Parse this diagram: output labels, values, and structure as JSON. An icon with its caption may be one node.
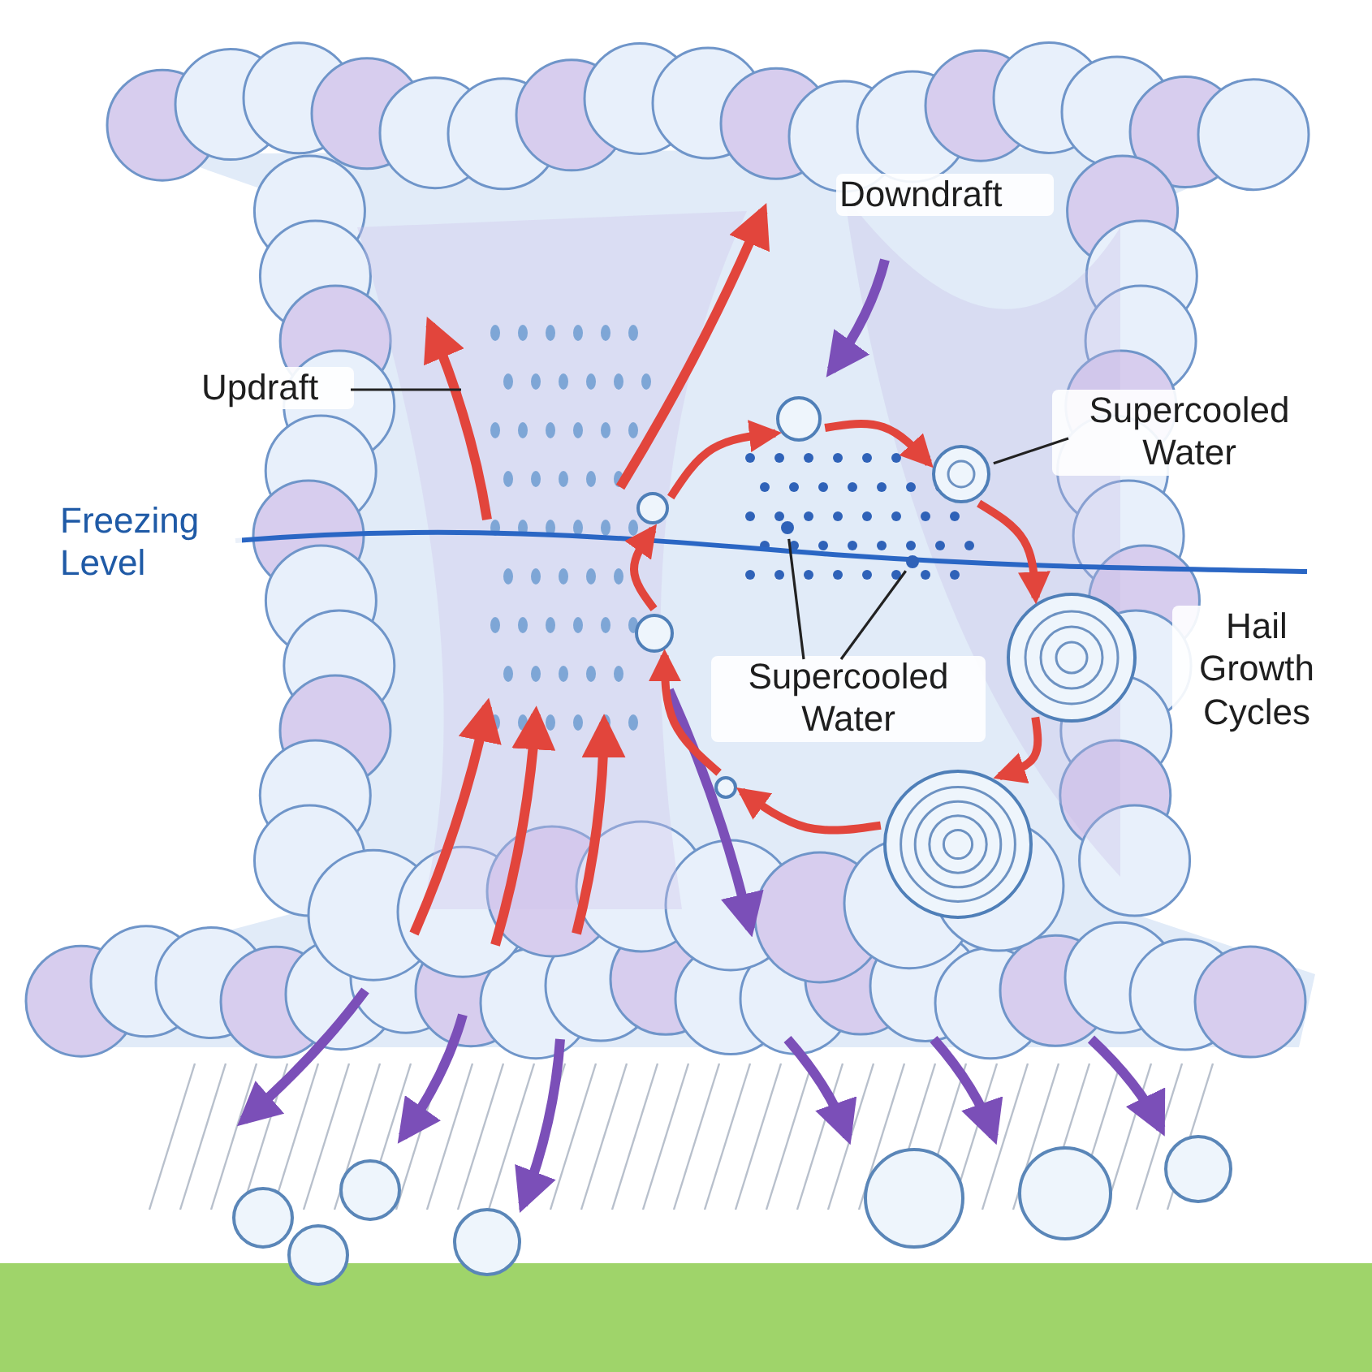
{
  "diagram": {
    "nodes": [
      {
        "text": [
          "Updraft"
        ]
      },
      {
        "text": [
          "Supercooled Water"
        ]
      },
      {
        "text": [
          "Supercooled Water"
        ]
      },
      {
        "text": [],
        "shape": "circle"
      },
      {
        "text": [],
        "shape": "circle"
      },
      {
        "text": [],
        "shape": "circle"
      },
      {
        "text": [],
        "shape": "circle"
      },
      {
        "text": [],
        "shape": "circle"
      },
      {
        "text": [],
        "shape": "circle"
      },
      {
        "text": [],
        "shape": "circle"
      },
      {
        "text": [],
        "shape": "circle"
      },
      {
        "text": [],
        "shape": "circle"
      }
    ],
    "edges": [
      {
        "from": 0,
        "to": null,
        "arrow": "none",
        "color": "#222222"
      },
      {
        "from": 1,
        "to": 4,
        "arrow": "none",
        "color": "#222222"
      },
      {
        "from": 2,
        "to": 10,
        "arrow": "none",
        "color": "#222222"
      },
      {
        "from": 2,
        "to": 11,
        "arrow": "none",
        "color": "#222222"
      },
      {
        "from": 3,
        "to": 4,
        "arrow": "to"
      },
      {
        "from": 4,
        "to": 5,
        "arrow": "to"
      },
      {
        "from": 5,
        "to": 6,
        "arrow": "to"
      },
      {
        "from": 6,
        "to": 7,
        "arrow": "to"
      },
      {
        "from": 7,
        "to": 8,
        "arrow": "to"
      },
      {
        "from": 8,
        "to": 9,
        "arrow": "to"
      },
      {
        "from": 9,
        "to": 3,
        "arrow": "to"
      }
    ],
    "labels": [
      "Downdraft",
      "Freezing Level",
      "Hail Growth Cycles"
    ]
  }
}
